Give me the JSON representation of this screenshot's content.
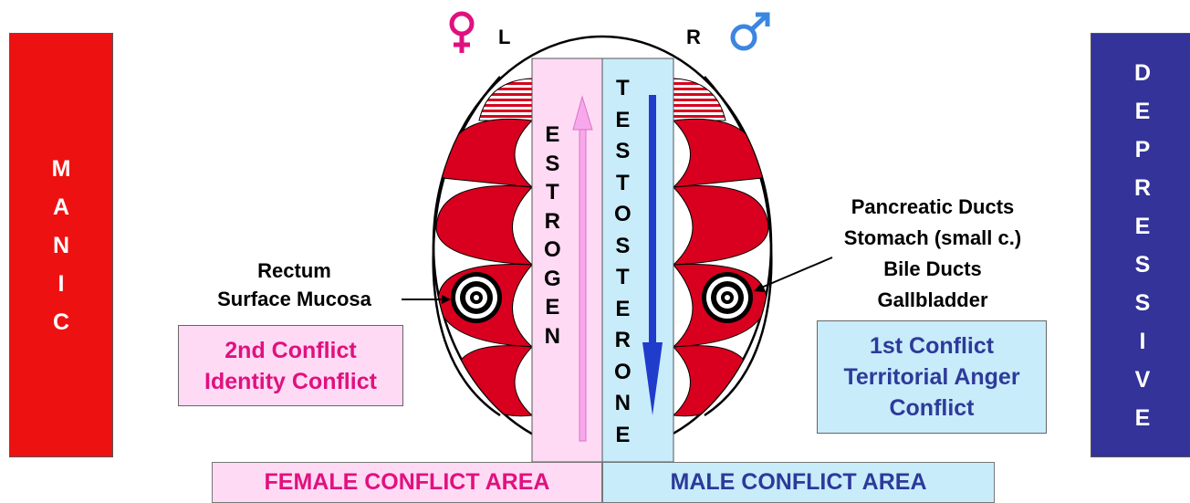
{
  "left_bar": {
    "letters": [
      "M",
      "A",
      "N",
      "I",
      "C"
    ],
    "color": "#ee1111"
  },
  "right_bar": {
    "letters": [
      "D",
      "E",
      "P",
      "R",
      "E",
      "S",
      "S",
      "I",
      "V",
      "E"
    ],
    "color": "#333399"
  },
  "hemispheres": {
    "left": "L",
    "right": "R"
  },
  "symbols": {
    "female": "female-symbol-icon",
    "male": "male-symbol-icon"
  },
  "hormones": {
    "left": [
      "E",
      "S",
      "T",
      "R",
      "O",
      "G",
      "E",
      "N"
    ],
    "right": [
      "T",
      "E",
      "S",
      "T",
      "O",
      "S",
      "T",
      "E",
      "R",
      "O",
      "N",
      "E"
    ]
  },
  "left_organ": {
    "line1": "Rectum",
    "line2": "Surface Mucosa"
  },
  "right_organ": {
    "line1": "Pancreatic Ducts",
    "line2": "Stomach (small c.)",
    "line3": "Bile Ducts",
    "line4": "Gallbladder"
  },
  "second_conflict": {
    "line1": "2nd Conflict",
    "line2": "Identity Conflict"
  },
  "first_conflict": {
    "line1": "1st Conflict",
    "line2": "Territorial Anger",
    "line3": "Conflict"
  },
  "areas": {
    "female": "FEMALE CONFLICT AREA",
    "male": "MALE CONFLICT AREA"
  },
  "colors": {
    "female_pink": "#e0117f",
    "male_blue": "#2d3a9a",
    "estrogen_column": "#ffdaf4",
    "testosterone_column": "#c8ecfa",
    "relay_red": "#d8001e"
  }
}
